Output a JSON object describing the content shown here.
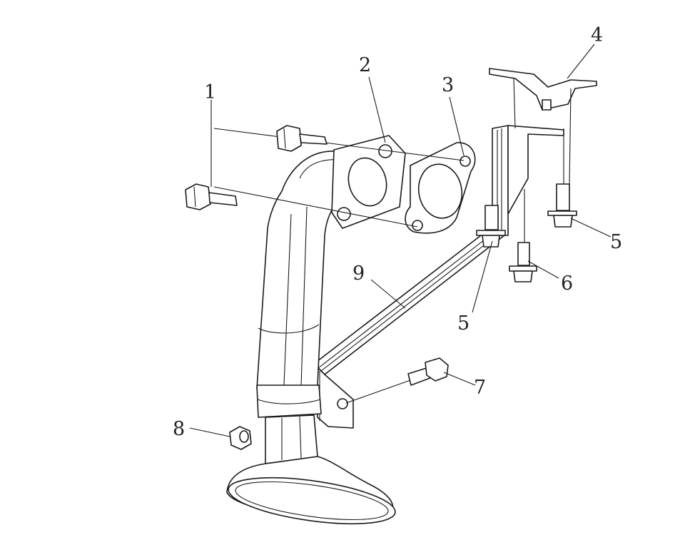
{
  "callouts": [
    {
      "id": "c1a",
      "label": "1"
    },
    {
      "id": "c2",
      "label": "2"
    },
    {
      "id": "c3",
      "label": "3"
    },
    {
      "id": "c4",
      "label": "4"
    },
    {
      "id": "c5a",
      "label": "5"
    },
    {
      "id": "c5b",
      "label": "5"
    },
    {
      "id": "c6",
      "label": "6"
    },
    {
      "id": "c7",
      "label": "7"
    },
    {
      "id": "c8",
      "label": "8"
    },
    {
      "id": "c9",
      "label": "9"
    }
  ]
}
